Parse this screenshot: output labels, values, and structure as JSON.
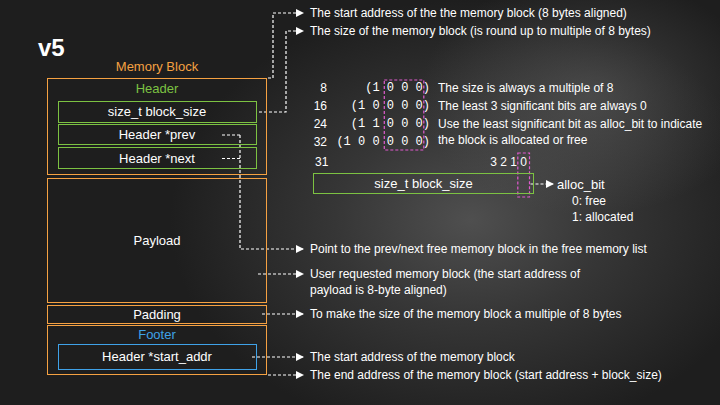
{
  "diagram": {
    "title": "Memory Block",
    "nodes": [
      {
        "text": [
          "Header"
        ]
      },
      {
        "text": [
          "size_t block_size"
        ],
        "in": 0
      },
      {
        "text": [
          "Header *prev"
        ],
        "in": 0
      },
      {
        "text": [
          "Header *next"
        ],
        "in": 0
      },
      {
        "text": [
          "Payload"
        ]
      },
      {
        "text": [
          "Padding"
        ]
      },
      {
        "text": [
          "Footer"
        ]
      },
      {
        "text": [
          "Header *start_addr"
        ],
        "in": 6
      },
      {
        "text": [
          "size_t block_size"
        ]
      }
    ],
    "labels": [
      "v5",
      "The start address of the the memory block (8 bytes aligned)",
      "The size of the memory block (is round up to multiple of 8 bytes)",
      "8",
      "(1 0 0 0)",
      "16",
      "(1 0 0 0 0)",
      "24",
      "(1 1 0 0 0)",
      "32",
      "(1 0 0 0 0 0)",
      "The size is always a multiple of 8",
      "The least 3 significant bits are always 0",
      "Use the least significant bit as alloc_bit to indicate the block is allocated or free",
      "31",
      "3 2 1 0",
      "alloc_bit",
      "0: free",
      "1: allocated",
      "Point to the prev/next free memory block in the free memory list",
      "User requested memory block (the start address of payload is 8-byte aligned)",
      "To make the size of the memory block a multiple of 8 bytes",
      "The start address of the memory block",
      "The end address of the memory block (start address + block_size)"
    ]
  }
}
